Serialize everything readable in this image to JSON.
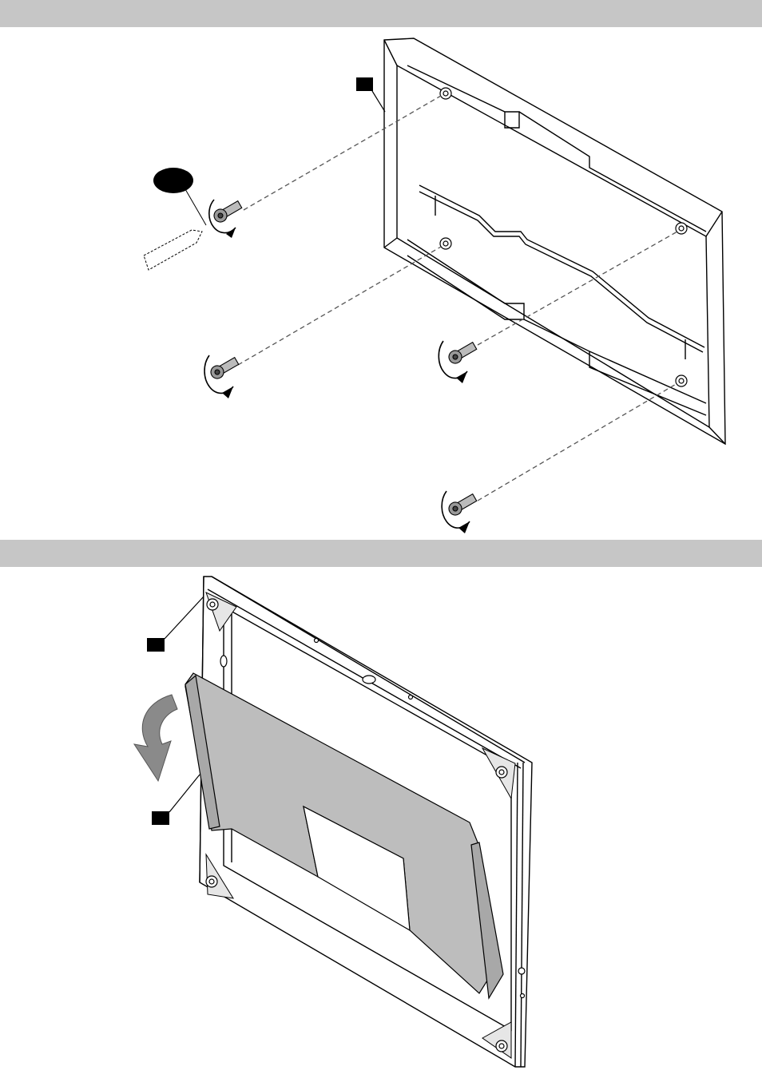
{
  "page": {
    "colors": {
      "band": "#c6c6c6",
      "panel": "#bdbdbd",
      "arrow": "#8a8a8a",
      "line": "#000000",
      "callout": "#000000",
      "background": "#ffffff"
    }
  },
  "step1": {
    "band": {
      "text": ""
    },
    "callouts": [
      {
        "id": "frame",
        "text": "",
        "shape": "square"
      },
      {
        "id": "tool",
        "text": "",
        "shape": "ellipse"
      }
    ],
    "screws": 4,
    "rotation": "counter-clockwise",
    "icons": [
      "wall-frame",
      "screw-icon",
      "rotate-arrow-icon",
      "tool-icon"
    ]
  },
  "step2": {
    "band": {
      "text": ""
    },
    "callouts": [
      {
        "id": "frame",
        "text": "",
        "shape": "square"
      },
      {
        "id": "back-cover",
        "text": "",
        "shape": "square"
      }
    ],
    "motion": "fold-down",
    "icons": [
      "display-frame",
      "back-cover-panel",
      "curved-arrow-icon"
    ]
  }
}
